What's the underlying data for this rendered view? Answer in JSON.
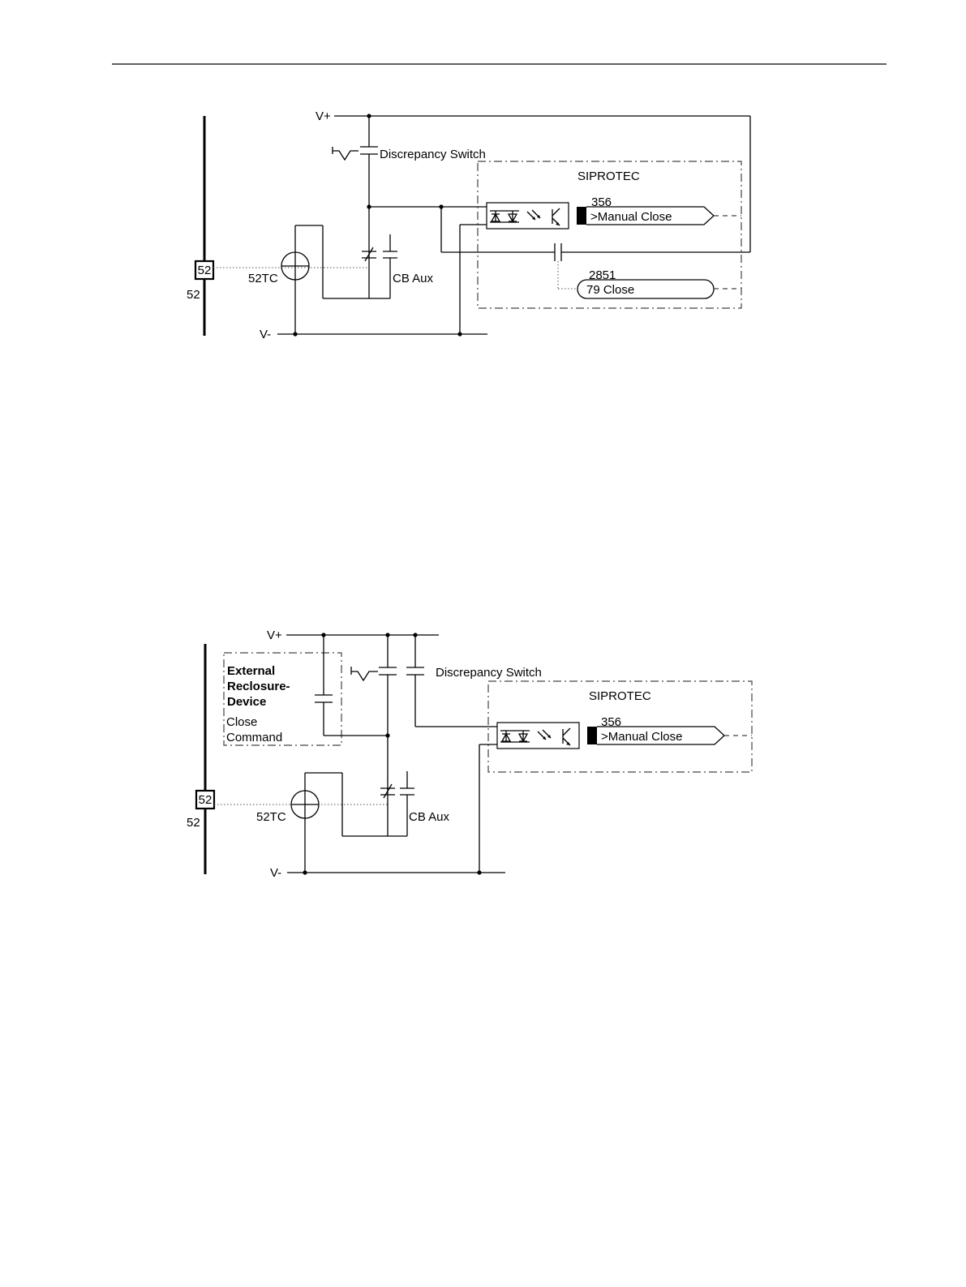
{
  "diagram1": {
    "v_plus": "V+",
    "v_minus": "V-",
    "discrepancy_switch": "Discrepancy Switch",
    "siprotec": "SIPROTEC",
    "num_356": "356",
    "manual_close": ">Manual Close",
    "num_2851": "2851",
    "close_79": "79 Close",
    "breaker_box": "52",
    "breaker_label": "52",
    "trip_coil": "52TC",
    "cb_aux": "CB Aux"
  },
  "diagram2": {
    "v_plus": "V+",
    "v_minus": "V-",
    "external_line1": "External",
    "external_line2": "Reclosure-",
    "external_line3": "Device",
    "close_line1": "Close",
    "close_line2": "Command",
    "discrepancy_switch": "Discrepancy Switch",
    "siprotec": "SIPROTEC",
    "num_356": "356",
    "manual_close": ">Manual Close",
    "breaker_box": "52",
    "breaker_label": "52",
    "trip_coil": "52TC",
    "cb_aux": "CB Aux"
  }
}
